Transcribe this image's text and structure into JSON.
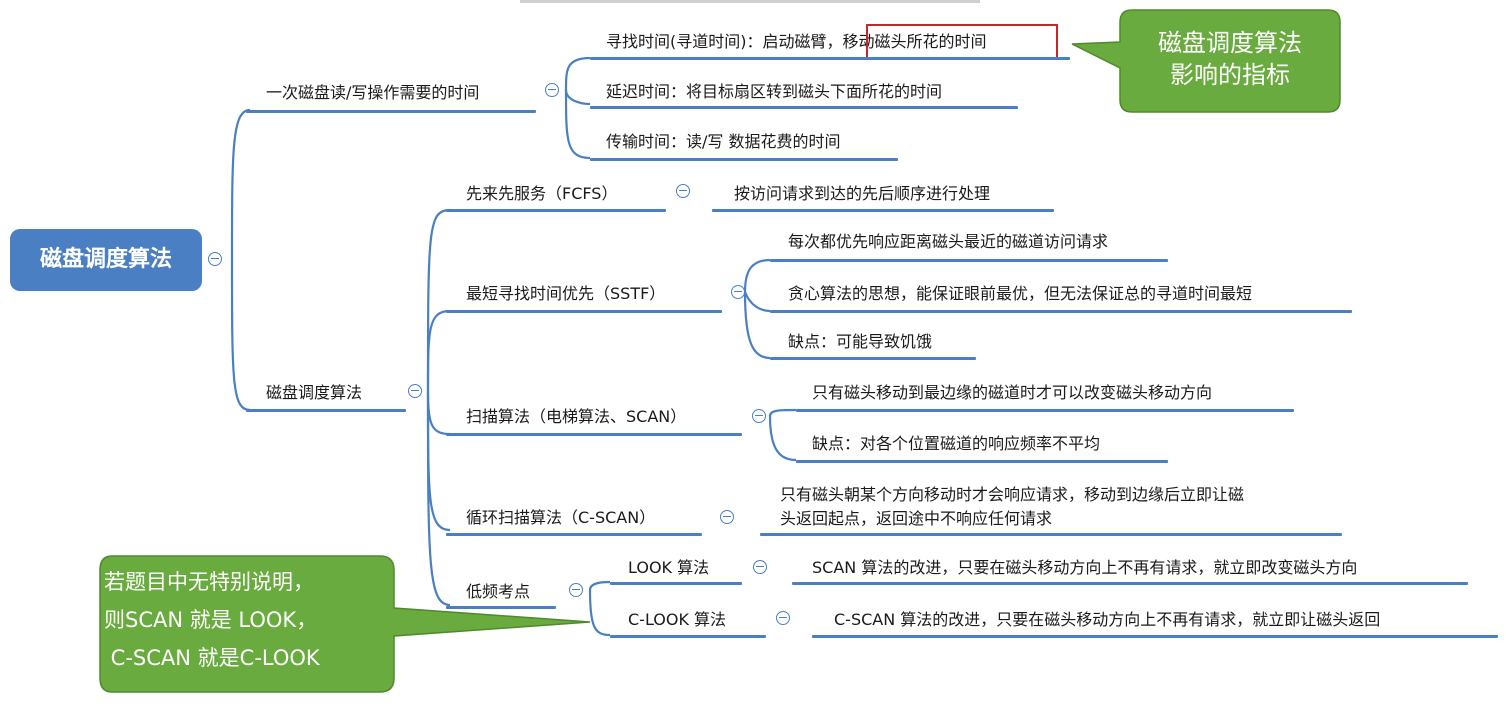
{
  "root": {
    "label": "磁盘调度算法"
  },
  "branch_time": {
    "label": "一次磁盘读/写操作需要的时间",
    "seek_prefix": "寻找时间(寻道时间)：启动磁臂，",
    "seek_highlight": "移动磁头所花的时间",
    "delay": "延迟时间：将目标扇区转到磁头下面所花的时间",
    "transfer": "传输时间：读/写 数据花费的时间"
  },
  "branch_algo": {
    "label": "磁盘调度算法",
    "fcfs": {
      "label": "先来先服务（FCFS）",
      "desc": "按访问请求到达的先后顺序进行处理"
    },
    "sstf": {
      "label": "最短寻找时间优先（SSTF）",
      "items": [
        "每次都优先响应距离磁头最近的磁道访问请求",
        "贪心算法的思想，能保证眼前最优，但无法保证总的寻道时间最短",
        "缺点：可能导致饥饿"
      ]
    },
    "scan": {
      "label": "扫描算法（电梯算法、SCAN）",
      "items": [
        "只有磁头移动到最边缘的磁道时才可以改变磁头移动方向",
        "缺点：对各个位置磁道的响应频率不平均"
      ]
    },
    "cscan": {
      "label": "循环扫描算法（C-SCAN）",
      "desc_line1": "只有磁头朝某个方向移动时才会响应请求，移动到边缘后立即让磁",
      "desc_line2": "头返回起点，返回途中不响应任何请求"
    },
    "low": {
      "label": "低频考点",
      "look": {
        "label": "LOOK 算法",
        "desc": "SCAN 算法的改进，只要在磁头移动方向上不再有请求，就立即改变磁头方向"
      },
      "clook": {
        "label": "C-LOOK 算法",
        "desc": "C-SCAN 算法的改进，只要在磁头移动方向上不再有请求，就立即让磁头返回"
      }
    }
  },
  "callout_top": {
    "line1": "磁盘调度算法",
    "line2": "影响的指标"
  },
  "callout_bottom": {
    "line1": "若题目中无特别说明，",
    "line2": "则SCAN 就是 LOOK，",
    "line3": " C-SCAN 就是C-LOOK"
  },
  "colors": {
    "branch": "#4a7fc4",
    "callout": "#6aab3f",
    "highlight": "#c0282c"
  }
}
